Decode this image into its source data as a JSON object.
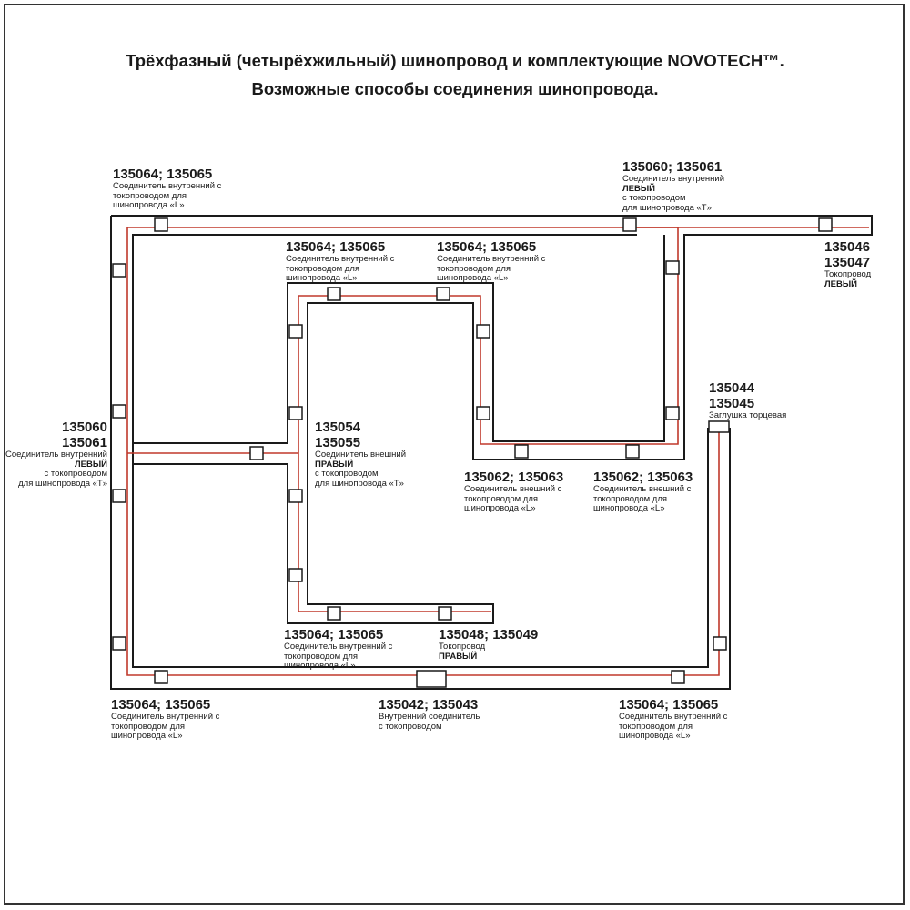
{
  "title": {
    "line1": "Трёхфазный (четырёхжильный) шинопровод и комплектующие NOVOTECH™.",
    "line2": "Возможные способы соединения шинопровода."
  },
  "colors": {
    "rail": "#1a1a1a",
    "conductor": "#c0392b",
    "frame": "#333333"
  },
  "labels": {
    "tl": {
      "code": "135064; 135065",
      "desc": [
        "Соединитель внутренний с",
        "токопроводом для",
        "шинопровода «L»"
      ]
    },
    "tt_left": {
      "code": "135060; 135061",
      "desc": [
        "Соединитель внутренний",
        "ЛЕВЫЙ",
        "с токопроводом",
        "для шинопровода «T»"
      ]
    },
    "tr": {
      "code1": "135046",
      "code2": "135047",
      "desc": [
        "Токопровод",
        "ЛЕВЫЙ"
      ]
    },
    "inner_l1": {
      "code": "135064; 135065",
      "desc": [
        "Соединитель внутренний с",
        "токопроводом для",
        "шинопровода «L»"
      ]
    },
    "inner_l2": {
      "code": "135064; 135065",
      "desc": [
        "Соединитель внутренний с",
        "токопроводом для",
        "шинопровода «L»"
      ]
    },
    "endcap": {
      "code1": "135044",
      "code2": "135045",
      "desc": [
        "Заглушка торцевая"
      ]
    },
    "left_t": {
      "code1": "135060",
      "code2": "135061",
      "desc": [
        "Соединитель внутренний",
        "ЛЕВЫЙ",
        "с токопроводом",
        "для шинопровода «T»"
      ]
    },
    "ext_t": {
      "code1": "135054",
      "code2": "135055",
      "desc": [
        "Соединитель внешний",
        "ПРАВЫЙ",
        "с токопроводом",
        "для шинопровода «T»"
      ]
    },
    "ext_l1": {
      "code": "135062; 135063",
      "desc": [
        "Соединитель внешний с",
        "токопроводом для",
        "шинопровода «L»"
      ]
    },
    "ext_l2": {
      "code": "135062; 135063",
      "desc": [
        "Соединитель внешний с",
        "токопроводом для",
        "шинопровода «L»"
      ]
    },
    "inner_l3": {
      "code": "135064; 135065",
      "desc": [
        "Соединитель внутренний с",
        "токопроводом для",
        "шинопровода «L»"
      ]
    },
    "right_feed": {
      "code": "135048; 135049",
      "desc": [
        "Токопровод",
        "ПРАВЫЙ"
      ]
    },
    "bl": {
      "code": "135064; 135065",
      "desc": [
        "Соединитель внутренний с",
        "токопроводом для",
        "шинопровода «L»"
      ]
    },
    "straight": {
      "code": "135042; 135043",
      "desc": [
        "Внутренний соединитель",
        "с токопроводом"
      ]
    },
    "br": {
      "code": "135064; 135065",
      "desc": [
        "Соединитель внутренний с",
        "токопроводом для",
        "шинопровода «L»"
      ]
    }
  }
}
